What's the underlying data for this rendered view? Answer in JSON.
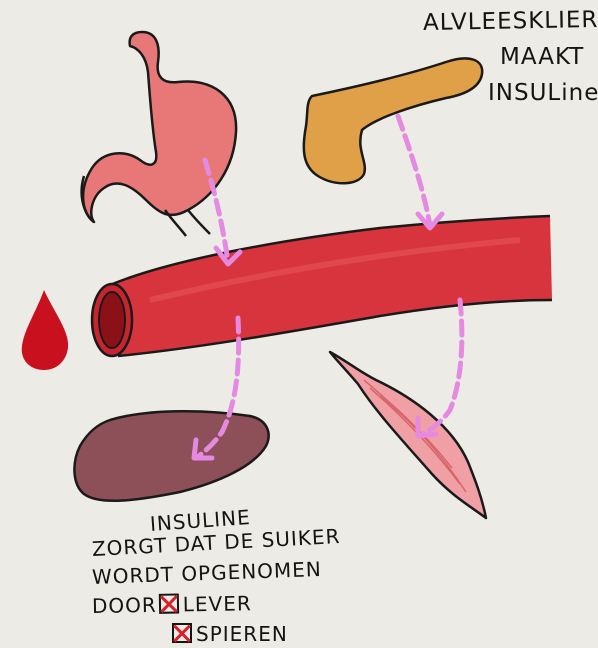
{
  "title": {
    "line1": "ALVLEESKLIER",
    "line2": "MAAKT",
    "line3": "INSULine"
  },
  "caption": {
    "line1": "INSULINE",
    "line2": "ZORGT DAT DE SUIKER",
    "line3": "WORDT OPGENOMEN",
    "line4_prefix": "DOOR",
    "item1": "LEVER",
    "item2": "SPIEREN"
  },
  "colors": {
    "background": "#ecebe6",
    "stomach": "#e87878",
    "pancreas": "#e0a047",
    "blood_vessel": "#d8343d",
    "blood_drop": "#c8101e",
    "liver": "#8e5058",
    "muscle": "#f0a0a4",
    "arrow": "#e48ae0",
    "checkmark": "#d8202a"
  },
  "icons": {
    "stomach": "stomach-icon",
    "pancreas": "pancreas-icon",
    "vessel": "blood-vessel-icon",
    "drop": "blood-drop-icon",
    "liver": "liver-icon",
    "muscle": "muscle-icon"
  }
}
